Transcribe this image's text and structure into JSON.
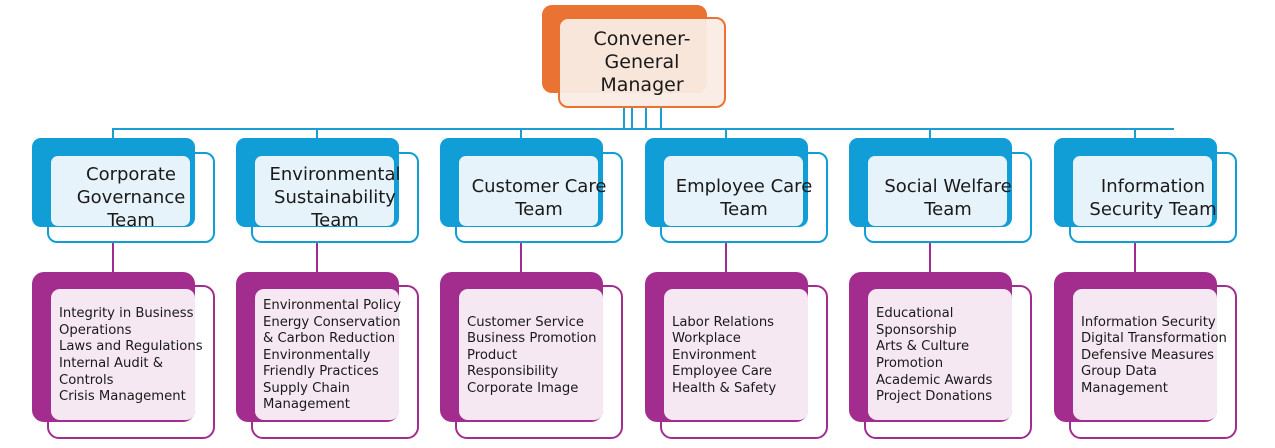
{
  "colors": {
    "manager": "#ea7233",
    "team": "#119ed6",
    "duty": "#a22d8f",
    "connector": "#1a9ed4"
  },
  "manager": {
    "title": "Convener-\nGeneral\nManager"
  },
  "teams": [
    {
      "name": "Corporate\nGovernance\nTeam",
      "duties": "Integrity in Business\nOperations\nLaws and Regulations\nInternal Audit &\nControls\nCrisis Management"
    },
    {
      "name": "Environmental\nSustainability\nTeam",
      "duties": "Environmental Policy\nEnergy Conservation\n& Carbon Reduction\nEnvironmentally\nFriendly Practices\nSupply Chain\nManagement"
    },
    {
      "name": "Customer Care\nTeam",
      "duties": "Customer Service\nBusiness Promotion\nProduct\nResponsibility\nCorporate Image"
    },
    {
      "name": "Employee Care\nTeam",
      "duties": "Labor Relations\nWorkplace\nEnvironment\nEmployee Care\nHealth & Safety"
    },
    {
      "name": "Social Welfare\nTeam",
      "duties": "Educational\nSponsorship\nArts & Culture\nPromotion\nAcademic Awards\nProject Donations"
    },
    {
      "name": "Information\nSecurity Team",
      "duties": "Information Security\nDigital Transformation\nDefensive Measures\nGroup Data\nManagement"
    }
  ]
}
